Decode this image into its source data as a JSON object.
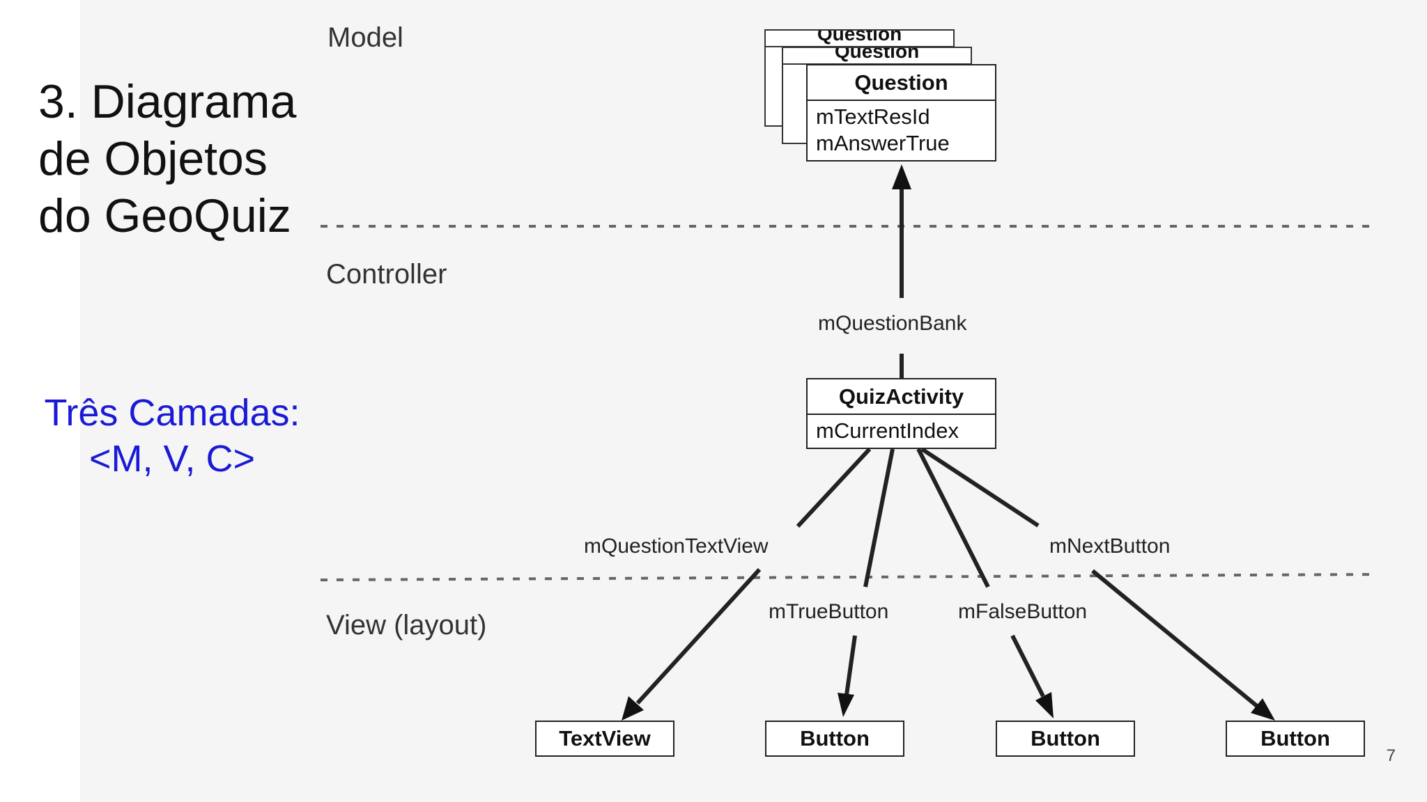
{
  "slide": {
    "title_lines": [
      "3. Diagrama",
      "de Objetos",
      "do GeoQuiz"
    ],
    "subtitle_lines": [
      "Três Camadas:",
      "<M, V, C>"
    ],
    "page_number": "7",
    "subtitle_color": "#1a1ad6"
  },
  "diagram": {
    "layers": {
      "model": "Model",
      "controller": "Controller",
      "view": "View (layout)"
    },
    "question_box": {
      "ghost_title": "Question",
      "title": "Question",
      "attributes": [
        "mTextResId",
        "mAnswerTrue"
      ]
    },
    "quiz_activity": {
      "title": "QuizActivity",
      "attributes": [
        "mCurrentIndex"
      ]
    },
    "view_boxes": [
      "TextView",
      "Button",
      "Button",
      "Button"
    ],
    "edge_labels": {
      "question_bank": "mQuestionBank",
      "question_text_view": "mQuestionTextView",
      "true_button": "mTrueButton",
      "false_button": "mFalseButton",
      "next_button": "mNextButton"
    }
  }
}
